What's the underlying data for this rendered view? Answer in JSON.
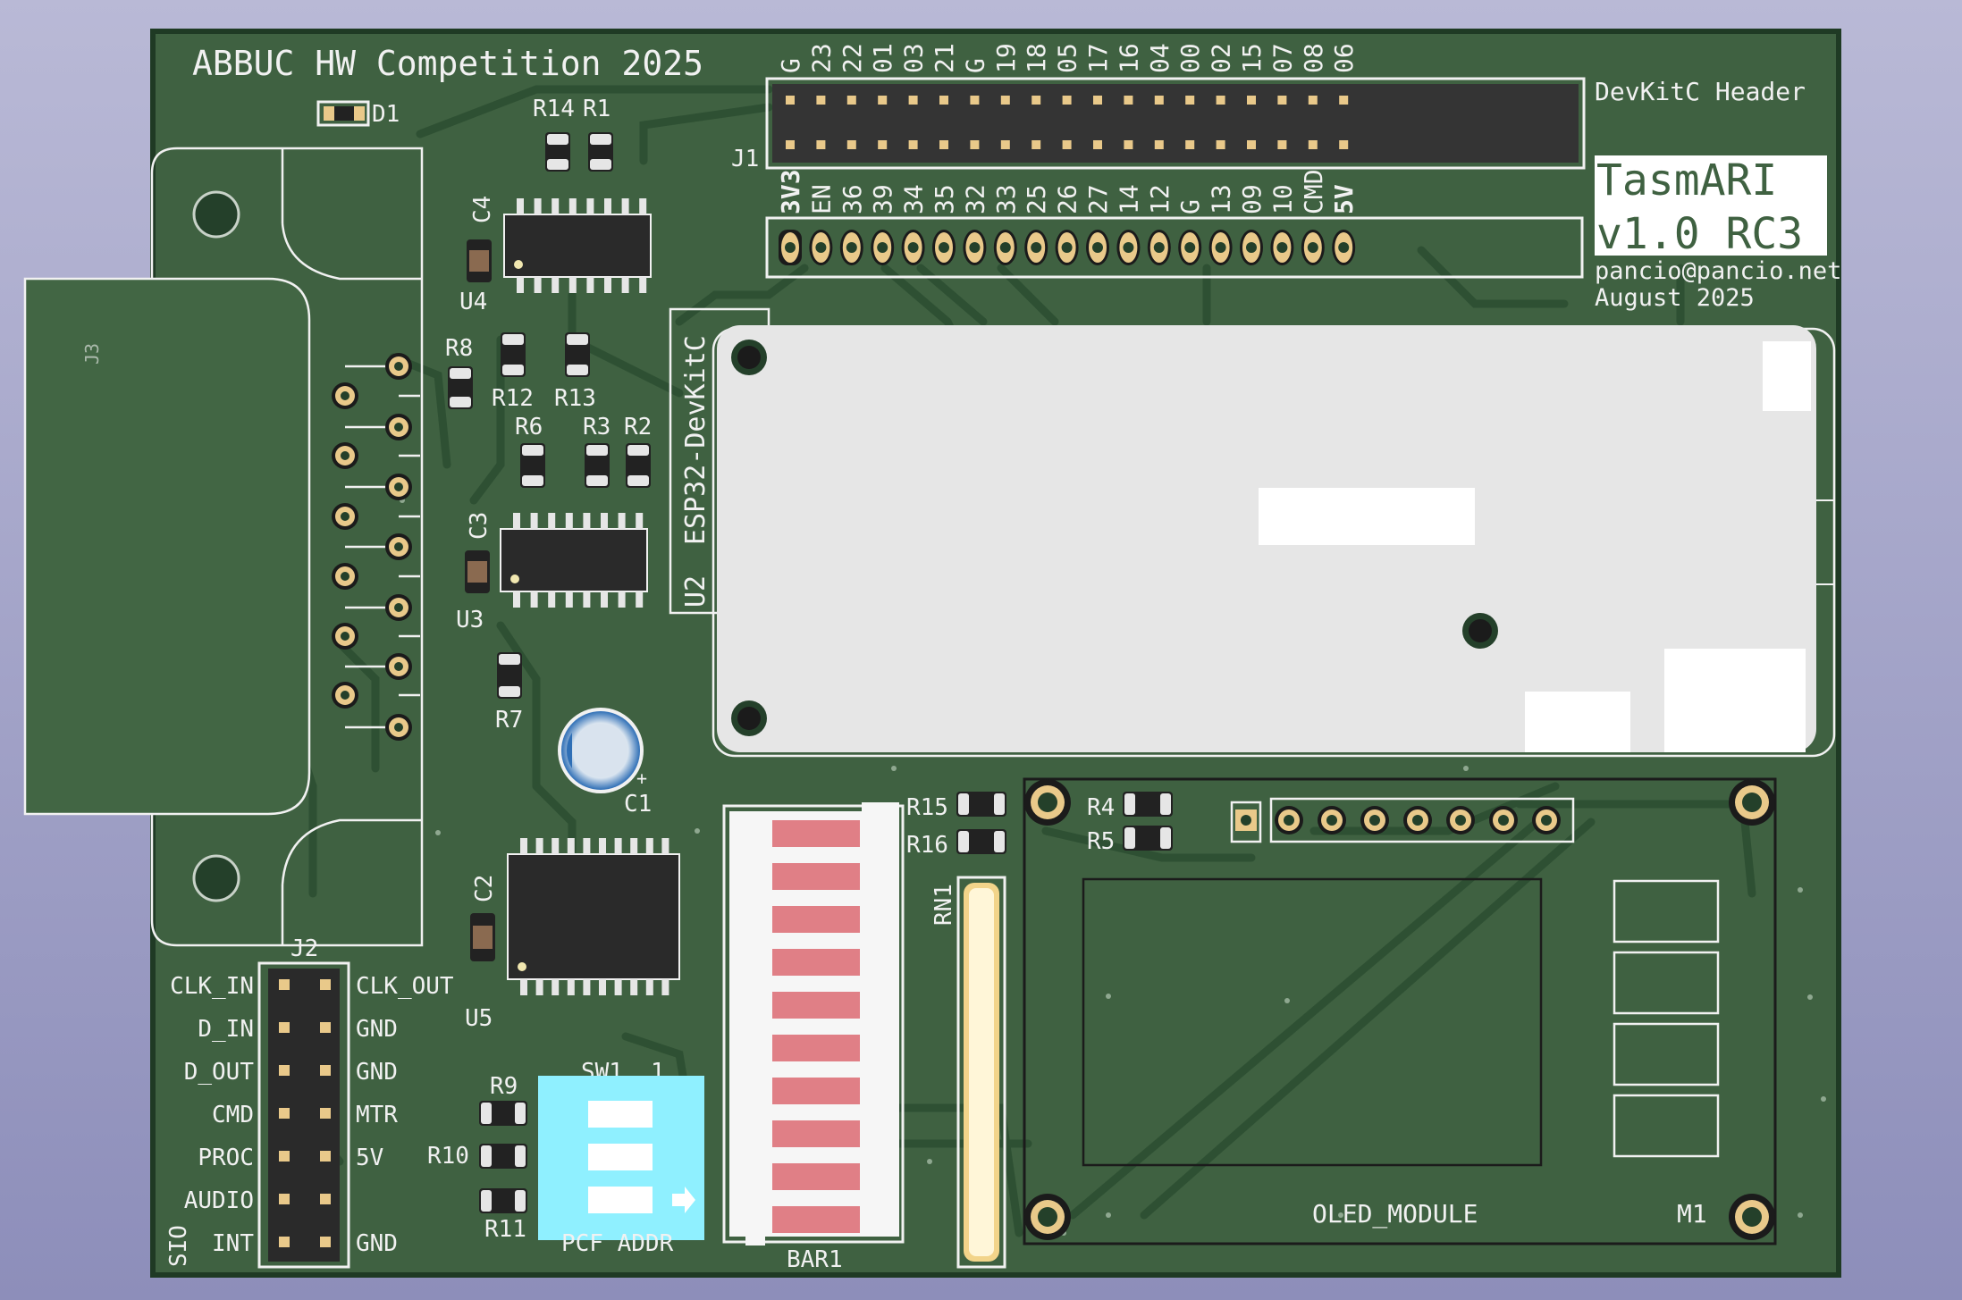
{
  "board": {
    "title": "ABBUC HW Competition 2025",
    "project_name": "TasmARI",
    "version": "v1.0 RC3",
    "email": "pancio@pancio.net",
    "date": "August 2025",
    "colors": {
      "background": "#a9a9cf",
      "pcb": "#3d5e40",
      "pcb_dark": "#2c4a30",
      "copper_track": "#2f5133",
      "silkscreen": "#f1f1f1",
      "pad_gold": "#e9c98a",
      "esp_module": "#e6e6e6",
      "dip_switch": "#8ff0ff",
      "bargraph_led": "#e07f86"
    }
  },
  "header": {
    "name": "DevKitC Header",
    "ref": "J1",
    "top_pins": [
      "G",
      "23",
      "22",
      "01",
      "03",
      "21",
      "G",
      "19",
      "18",
      "05",
      "17",
      "16",
      "04",
      "00",
      "02",
      "15",
      "07",
      "08",
      "06"
    ],
    "bottom_pins": [
      "3V3",
      "EN",
      "36",
      "39",
      "34",
      "35",
      "32",
      "33",
      "25",
      "26",
      "27",
      "14",
      "12",
      "G",
      "13",
      "09",
      "10",
      "CMD",
      "5V"
    ]
  },
  "module": {
    "ref": "U2",
    "name": "ESP32-DevKitC"
  },
  "connector_j2": {
    "ref": "J2",
    "side_label": "SIO",
    "left_labels": [
      "CLK_IN",
      "D_IN",
      "D_OUT",
      "CMD",
      "PROC",
      "AUDIO",
      "INT"
    ],
    "right_labels": [
      "CLK_OUT",
      "GND",
      "GND",
      "MTR",
      "5V",
      "",
      "GND"
    ]
  },
  "connector_j3": {
    "ref": "J3"
  },
  "components": {
    "d1": "D1",
    "r14": "R14",
    "r1": "R1",
    "c4": "C4",
    "u4": "U4",
    "r8": "R8",
    "r12": "R12",
    "r13": "R13",
    "r6": "R6",
    "r3": "R3",
    "r2": "R2",
    "c3": "C3",
    "u3": "U3",
    "r7": "R7",
    "c1": "C1",
    "c2": "C2",
    "u5": "U5",
    "r9": "R9",
    "r10": "R10",
    "r11": "R11",
    "sw1": "SW1",
    "sw1_pin": "1",
    "pcf_addr": "PCF ADDR",
    "bar1": "BAR1",
    "rn1": "RN1",
    "r15": "R15",
    "r16": "R16",
    "r4": "R4",
    "r5": "R5",
    "oled": "OLED_MODULE",
    "m1": "M1"
  }
}
